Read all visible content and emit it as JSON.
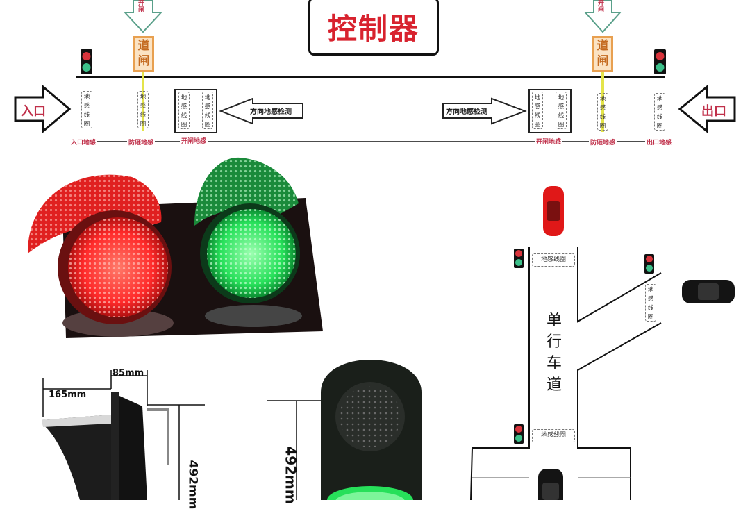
{
  "controller": {
    "label": "控制器",
    "color": "#d8222e"
  },
  "barrier_gate": {
    "label_top": "道",
    "label_bottom": "闸",
    "open_arrow_label": "开闸"
  },
  "entry_arrow": "入口",
  "exit_arrow": "出口",
  "coil_label": "地感线圈",
  "direction_detection": "方向地感检测",
  "bottom_labels": {
    "entry_sensor": "入口地感",
    "anti_smash_sensor": "防砸地感",
    "open_sensor": "开闸地感",
    "exit_sensor": "出口地感"
  },
  "dimensions": {
    "depth": "165mm",
    "width": "85mm",
    "height_side": "492mm",
    "height_front": "492mm"
  },
  "lane_diagram": {
    "one_way_lane": [
      "单",
      "行",
      "车",
      "道"
    ],
    "coil_label": "地感线圈"
  },
  "colors": {
    "red_light": "#ff2a2a",
    "green_light": "#27e05a",
    "label_red": "#c0304a",
    "barrier_orange": "#e8a050"
  }
}
